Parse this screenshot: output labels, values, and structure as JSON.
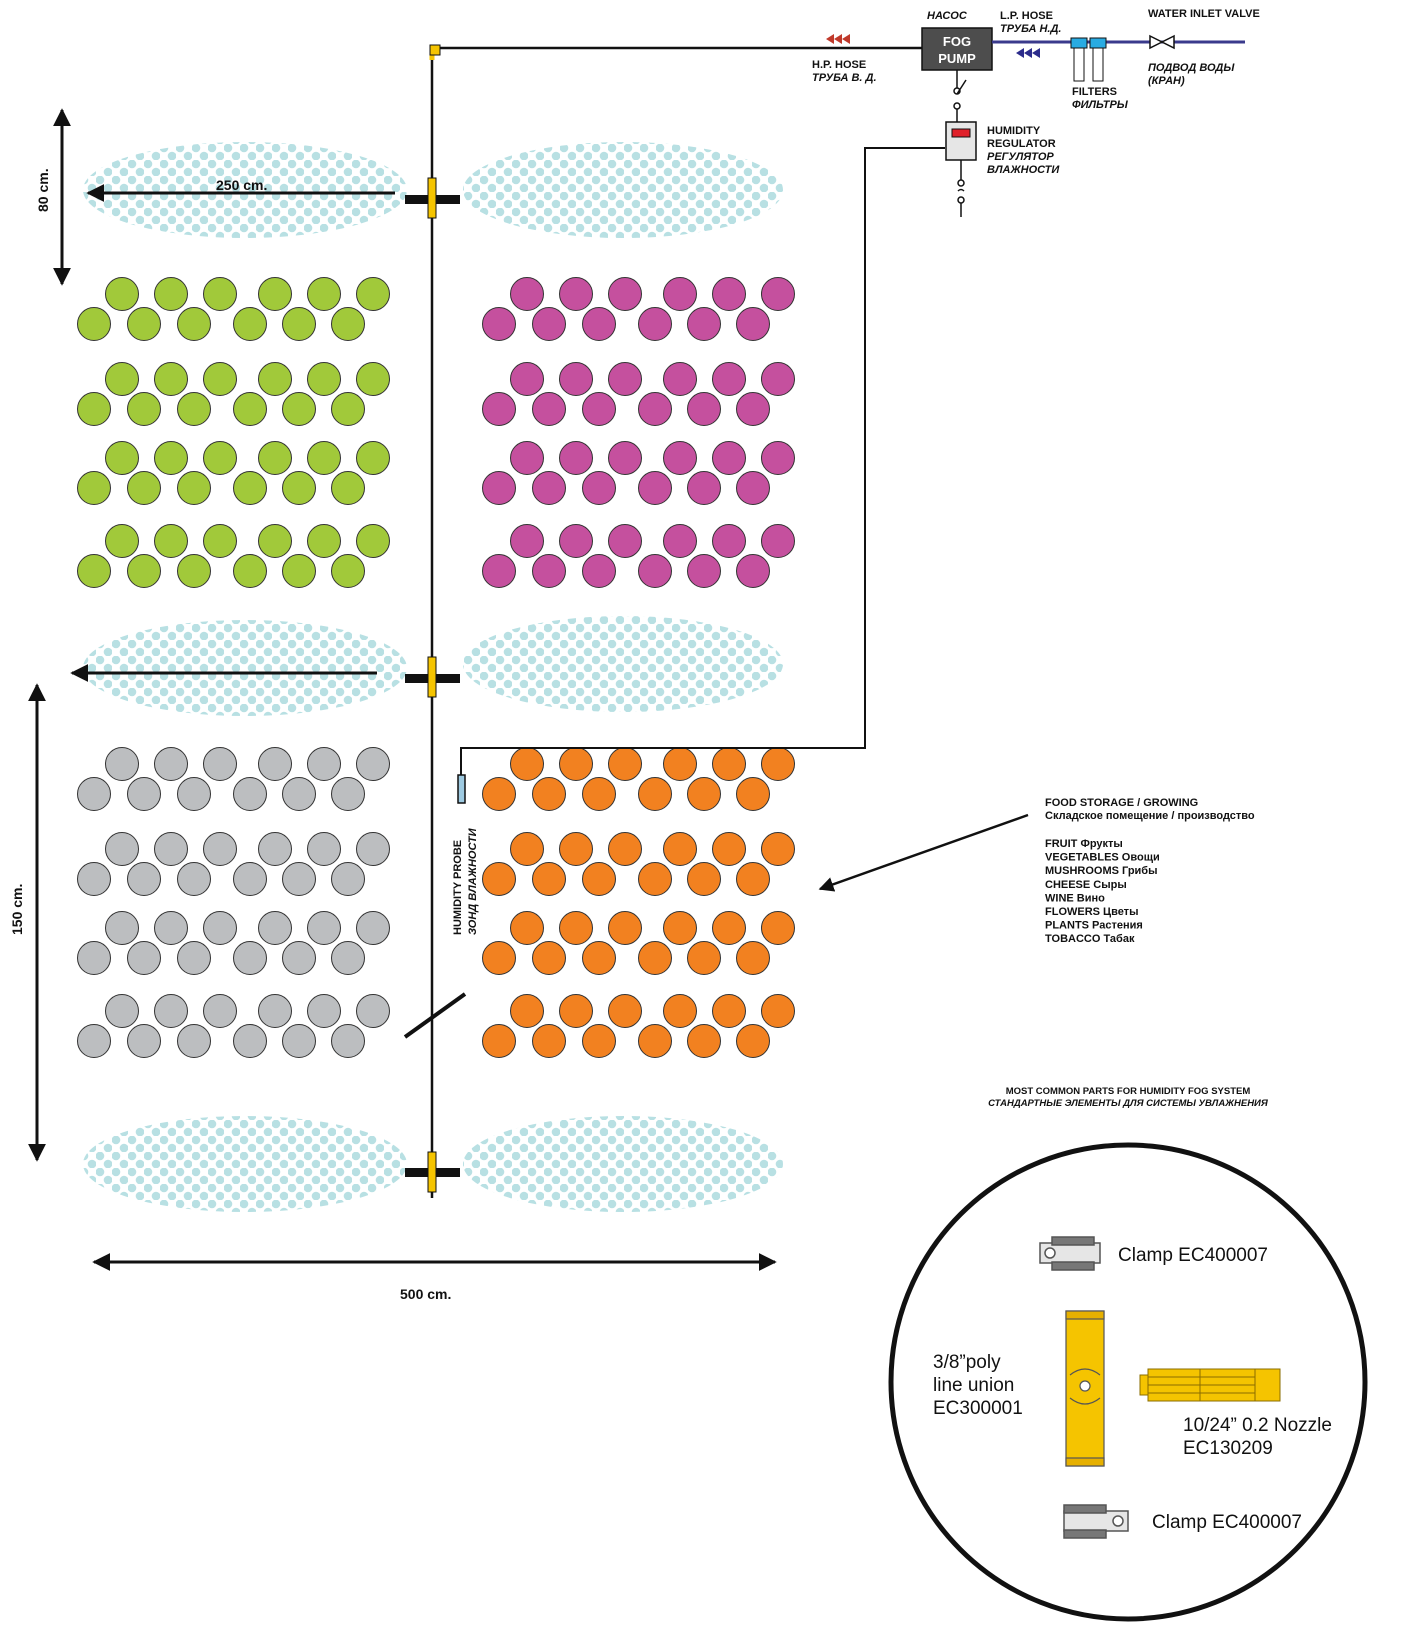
{
  "pump": {
    "heading": "НАСОС",
    "line1": "FOG",
    "line2": "PUMP"
  },
  "hoses": {
    "hp_en": "H.P. HOSE",
    "hp_ru": "ТРУБА В. Д.",
    "lp_en": "L.P. HOSE",
    "lp_ru": "ТРУБА Н.Д."
  },
  "valve": {
    "en": "WATER INLET VALVE",
    "ru1": "ПОДВОД ВОДЫ",
    "ru2": "(КРАН)"
  },
  "filters": {
    "en": "FILTERS",
    "ru": "ФИЛЬТРЫ"
  },
  "regulator": {
    "l1": "HUMIDITY",
    "l2": "REGULATOR",
    "l3": "РЕГУЛЯТОР",
    "l4": "ВЛАЖНОСТИ"
  },
  "probe": {
    "en": "HUMIDITY PROBE",
    "ru": "ЗОНД ВЛАЖНОСТИ"
  },
  "dimensions": {
    "d80": "80 cm.",
    "d250": "250 cm.",
    "d150": "150 cm.",
    "d500": "500 cm."
  },
  "storage": {
    "title_en": "FOOD STORAGE / GROWING",
    "title_ru": "Складское помещение / производство",
    "items": [
      {
        "en": "FRUIT",
        "ru": "Фрукты"
      },
      {
        "en": "VEGETABLES",
        "ru": "Овощи"
      },
      {
        "en": "MUSHROOMS",
        "ru": "Грибы"
      },
      {
        "en": "CHEESE",
        "ru": "Сыры"
      },
      {
        "en": "WINE",
        "ru": "Вино"
      },
      {
        "en": "FLOWERS",
        "ru": "Цветы"
      },
      {
        "en": "PLANTS",
        "ru": "Растения"
      },
      {
        "en": "TOBACCO",
        "ru": "Табак"
      }
    ]
  },
  "parts": {
    "title_en": "MOST COMMON PARTS FOR HUMIDITY FOG SYSTEM",
    "title_ru": "СТАНДАРТНЫЕ ЭЛЕМЕНТЫ ДЛЯ СИСТЕМЫ УВЛАЖНЕНИЯ",
    "clamp_top": "Clamp EC400007",
    "clamp_bottom": "Clamp EC400007",
    "union_l1": "3/8”poly",
    "union_l2": "line union",
    "union_l3": "EC300001",
    "nozzle_l1": "10/24” 0.2 Nozzle",
    "nozzle_l2": "EC130209"
  },
  "colors": {
    "green": "#a1c93a",
    "magenta": "#c5509e",
    "gray": "#bcbec0",
    "orange": "#f28120",
    "fog": "#b8e0e3",
    "pump_box": "#4d4d4d",
    "brass": "#f5c400",
    "hp_arrow": "#c0392b",
    "lp_arrow": "#2c2c8c"
  },
  "icons": [
    "valve-icon",
    "filter-icon",
    "switch-icon",
    "nozzle-icon",
    "clamp-icon",
    "union-icon",
    "arrow-icon"
  ]
}
